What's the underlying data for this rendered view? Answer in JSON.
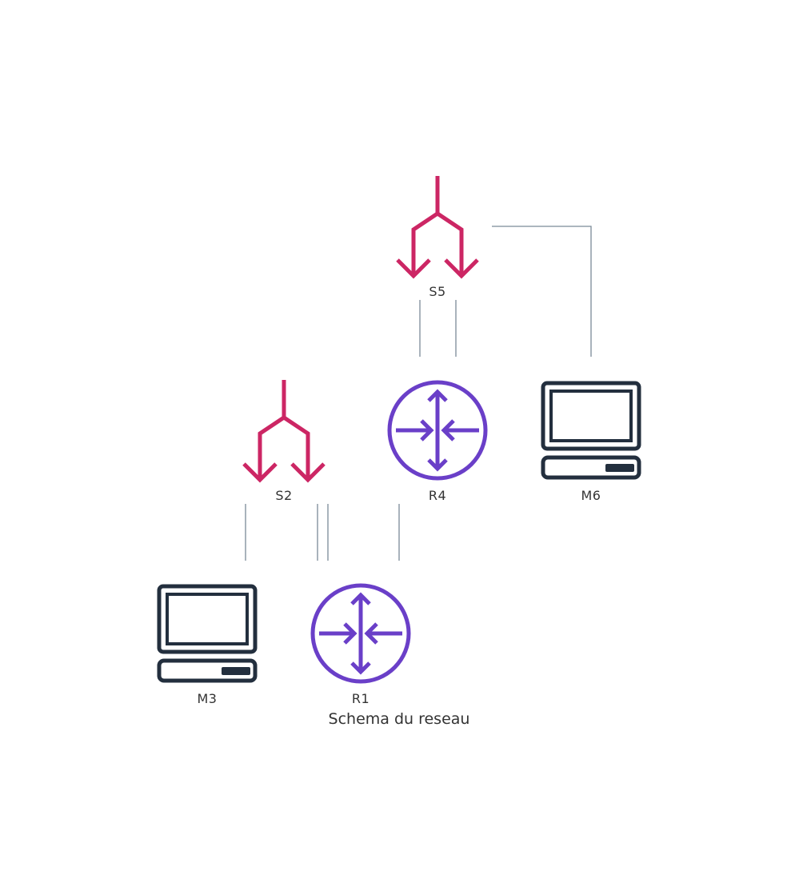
{
  "caption": "Schema du reseau",
  "colors": {
    "switch": "#cc2664",
    "router": "#6a3fc8",
    "computer": "#232f3e",
    "link": "#7b8a97",
    "text": "#333333"
  },
  "nodes": [
    {
      "id": "S5",
      "label": "S5",
      "type": "switch",
      "icon": "split-arrows-icon"
    },
    {
      "id": "S2",
      "label": "S2",
      "type": "switch",
      "icon": "split-arrows-icon"
    },
    {
      "id": "R4",
      "label": "R4",
      "type": "router",
      "icon": "router-icon"
    },
    {
      "id": "M6",
      "label": "M6",
      "type": "computer",
      "icon": "desktop-computer-icon"
    },
    {
      "id": "M3",
      "label": "M3",
      "type": "computer",
      "icon": "desktop-computer-icon"
    },
    {
      "id": "R1",
      "label": "R1",
      "type": "router",
      "icon": "router-icon"
    }
  ],
  "links": [
    {
      "from": "S5",
      "to": "R4"
    },
    {
      "from": "S5",
      "to": "R4"
    },
    {
      "from": "S5",
      "to": "M6"
    },
    {
      "from": "S2",
      "to": "M3"
    },
    {
      "from": "S2",
      "to": "R1"
    },
    {
      "from": "S2",
      "to": "R1"
    },
    {
      "from": "R1",
      "to": "R4"
    }
  ]
}
